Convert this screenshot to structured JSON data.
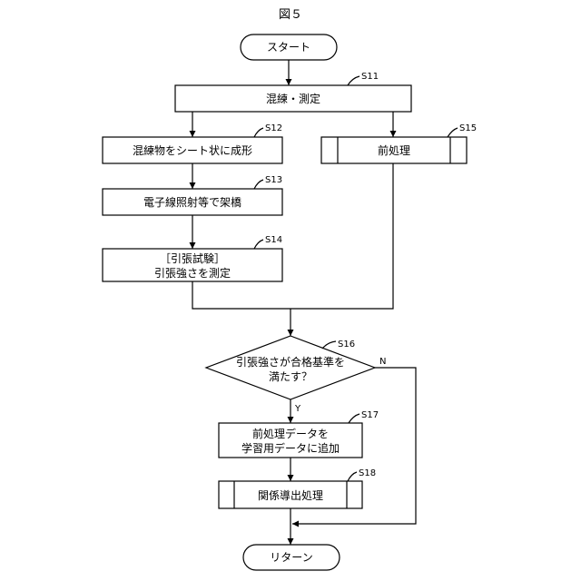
{
  "figure_title": "図５",
  "nodes": {
    "start": {
      "text": "スタート"
    },
    "s11": {
      "step": "S11",
      "text": "混練・測定"
    },
    "s12": {
      "step": "S12",
      "text": "混練物をシート状に成形"
    },
    "s13": {
      "step": "S13",
      "text": "電子線照射等で架橋"
    },
    "s14": {
      "step": "S14",
      "line1": "［引張試験］",
      "line2": "引張強さを測定"
    },
    "s15": {
      "step": "S15",
      "text": "前処理"
    },
    "s16": {
      "step": "S16",
      "line1": "引張強さが合格基準を",
      "line2": "満たす？",
      "yes": "Y",
      "no": "N"
    },
    "s17": {
      "step": "S17",
      "line1": "前処理データを",
      "line2": "学習用データに追加"
    },
    "s18": {
      "step": "S18",
      "text": "関係導出処理"
    },
    "end": {
      "text": "リターン"
    }
  }
}
